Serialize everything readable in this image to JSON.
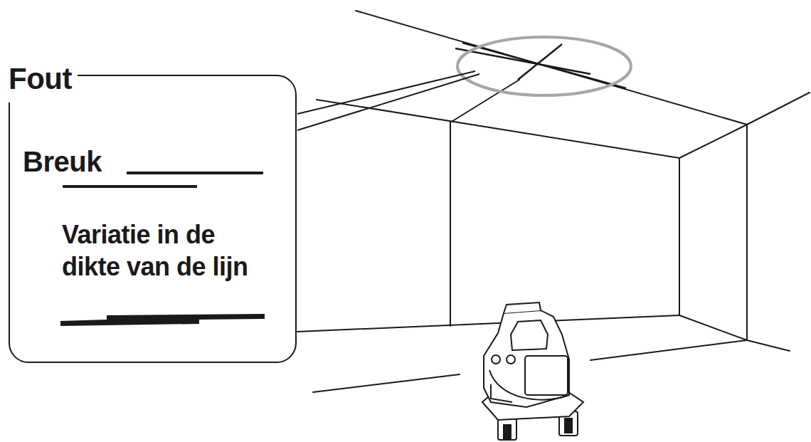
{
  "diagram": {
    "nodes": [
      {
        "text": [
          "Fout",
          "Breuk",
          "Variatie in de dikte van de lijn"
        ]
      }
    ]
  }
}
